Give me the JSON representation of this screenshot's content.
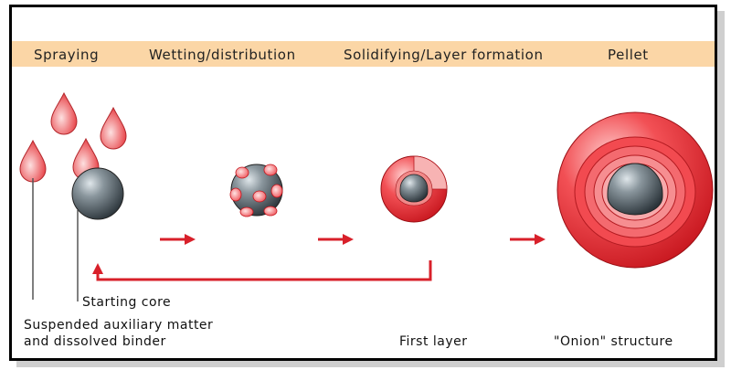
{
  "stages": [
    "Spraying",
    "Wetting/distribution",
    "Solidifying/Layer formation",
    "Pellet"
  ],
  "captions": {
    "starting_core": "Starting core",
    "suspended_line1": "Suspended auxiliary matter",
    "suspended_line2": "and dissolved binder",
    "first_layer": "First layer",
    "onion": "\"Onion\" structure"
  },
  "colors": {
    "header": "#fbd6a6",
    "droplet": "#ef6f6f",
    "core": "#4f5b63",
    "layer": "#e8232b",
    "arrow": "#d8202a",
    "line": "#444444"
  }
}
